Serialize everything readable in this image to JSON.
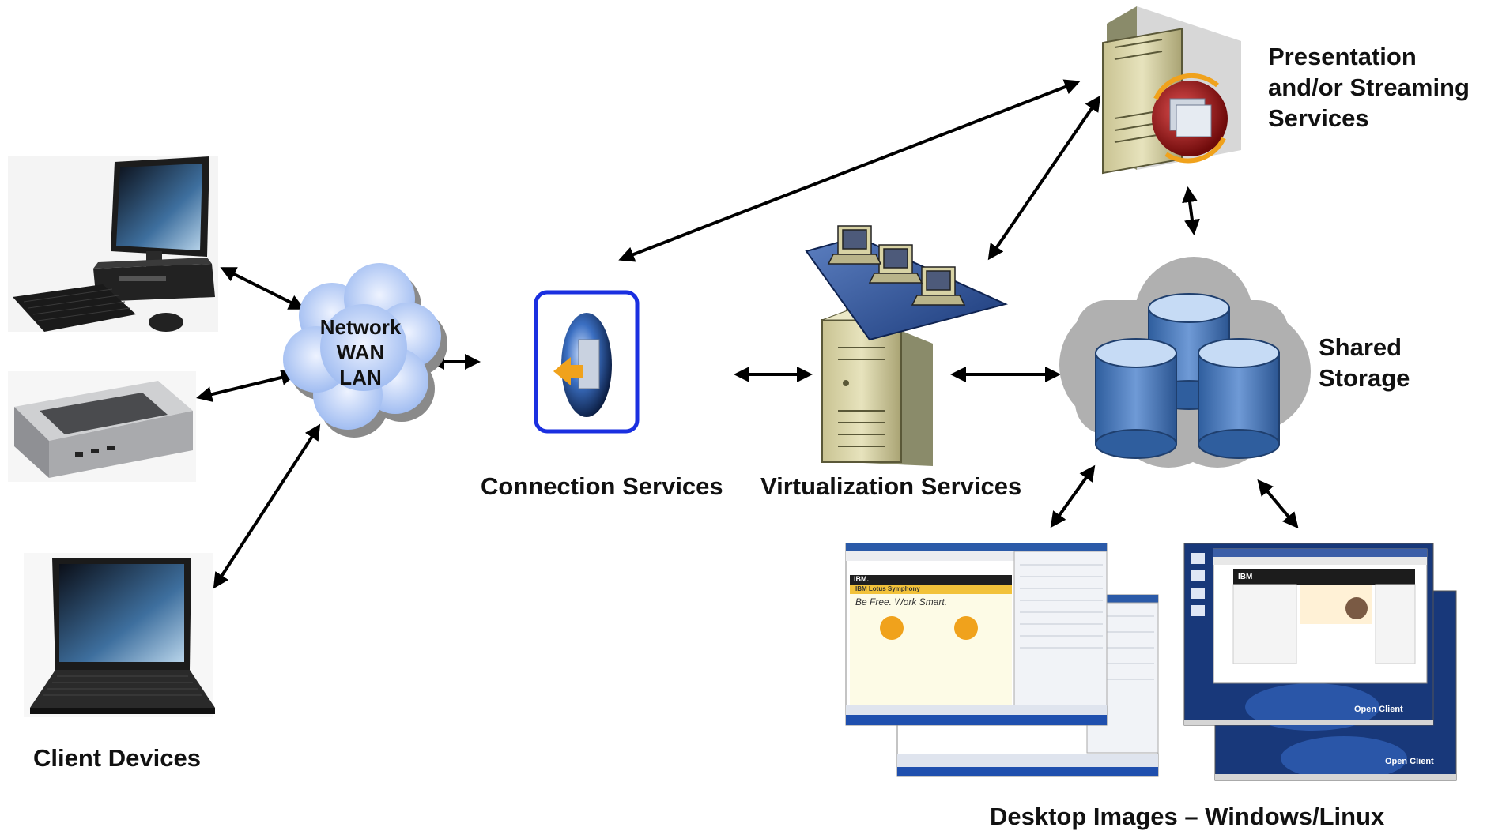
{
  "labels": {
    "client_devices": "Client Devices",
    "network": [
      "Network",
      "WAN",
      "LAN"
    ],
    "connection_services": "Connection Services",
    "virtualization_services": "Virtualization Services",
    "presentation": [
      "Presentation",
      "and/or Streaming",
      "Services"
    ],
    "shared_storage": [
      "Shared",
      "Storage"
    ],
    "desktop_images": "Desktop Images – Windows/Linux"
  },
  "windows_screens": {
    "tagline": "Be Free. Work Smart.",
    "brand": "IBM.",
    "product": "IBM Lotus Symphony"
  },
  "linux_screens": {
    "os_label": "Open Client",
    "brand": "IBM"
  },
  "colors": {
    "arrow": "#000000",
    "cloud": "#b9cdf7",
    "server_body": "#d8d3a5",
    "storage_blue": "#4f7fbf",
    "storage_halo": "#b3b3b3",
    "connection_border": "#1a2fe0",
    "presentation_red": "#a01818"
  },
  "icons": [
    "desktop-pc-icon",
    "thin-client-icon",
    "laptop-icon",
    "network-cloud-icon",
    "connection-services-icon",
    "virtualization-server-icon",
    "presentation-server-icon",
    "shared-storage-icon"
  ]
}
